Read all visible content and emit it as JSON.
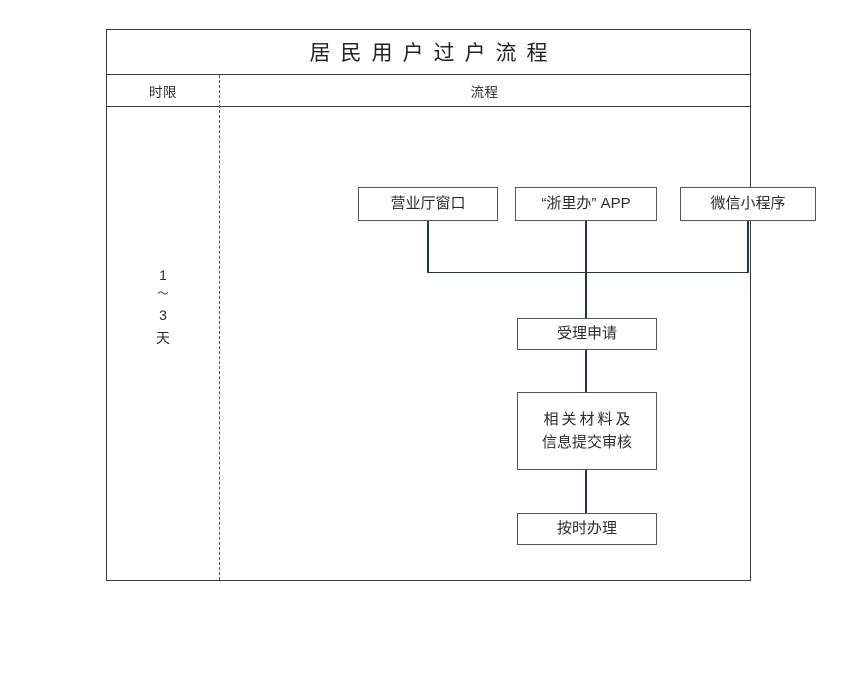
{
  "document": {
    "title": "居民用户过户流程"
  },
  "table": {
    "header": {
      "duration_label": "时限",
      "flow_label": "流程"
    },
    "duration": {
      "lines": [
        "1",
        "～",
        "3",
        "天"
      ],
      "line_1": "1",
      "line_2": "～",
      "line_3": "3",
      "line_4": "天"
    }
  },
  "flow": {
    "channels": [
      {
        "label": "营业厅窗口"
      },
      {
        "label": "“浙里办” APP"
      },
      {
        "label": "微信小程序"
      }
    ],
    "steps": [
      {
        "label": "受理申请"
      },
      {
        "line1": "相关材料及",
        "line2": "信息提交审核"
      },
      {
        "label": "按时办理"
      }
    ]
  },
  "colors": {
    "connector": "#1d3557",
    "node_border": "#555555",
    "table_border": "#3a3a3a",
    "text": "#2b2b2b",
    "background": "#ffffff"
  }
}
